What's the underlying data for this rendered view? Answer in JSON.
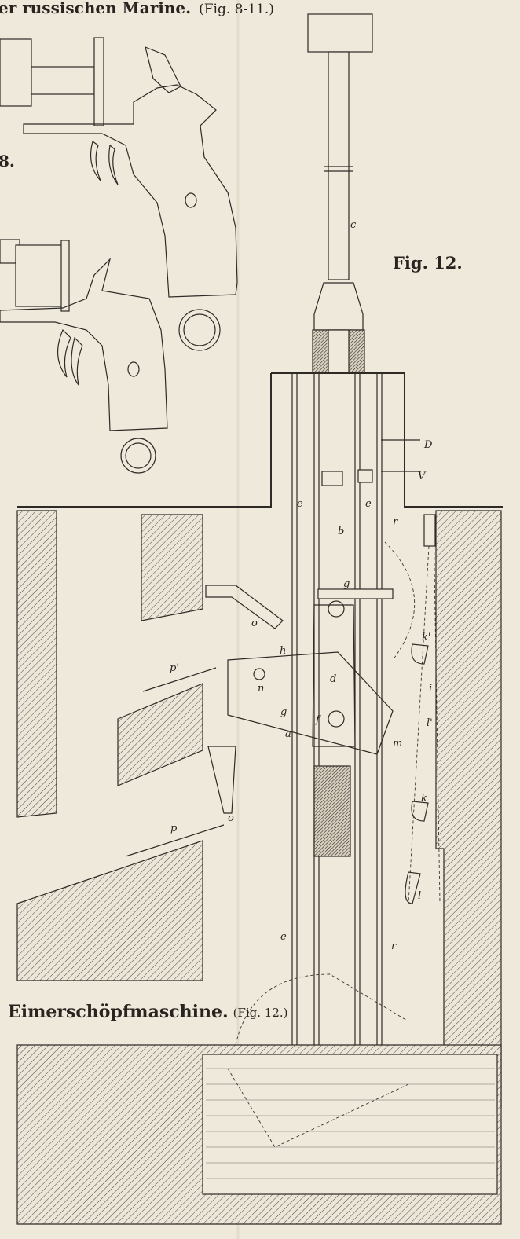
{
  "plate": {
    "header_text": "er russischen Marine.",
    "header_figref": "(Fig. 8-11.)",
    "fig12_title": "Fig. 12.",
    "fig_partial_label": "8.",
    "section_title": "Eimerschöpfmaschine.",
    "section_figref": "(Fig. 12.)"
  },
  "labels": {
    "c": "c",
    "D": "D",
    "V": "V",
    "e1": "e",
    "e2": "e",
    "e3": "e",
    "b": "b",
    "r1": "r",
    "r2": "r",
    "o1": "o",
    "o2": "o",
    "g1": "g",
    "g2": "g",
    "h": "h",
    "d": "d",
    "n": "n",
    "f": "f",
    "a": "a",
    "m": "m",
    "p1": "p'",
    "p": "p",
    "k1": "k'",
    "k": "k",
    "i": "i",
    "l1": "l'",
    "l": "l"
  },
  "colors": {
    "paper": "#efe9dc",
    "ink": "#2e2a26"
  }
}
